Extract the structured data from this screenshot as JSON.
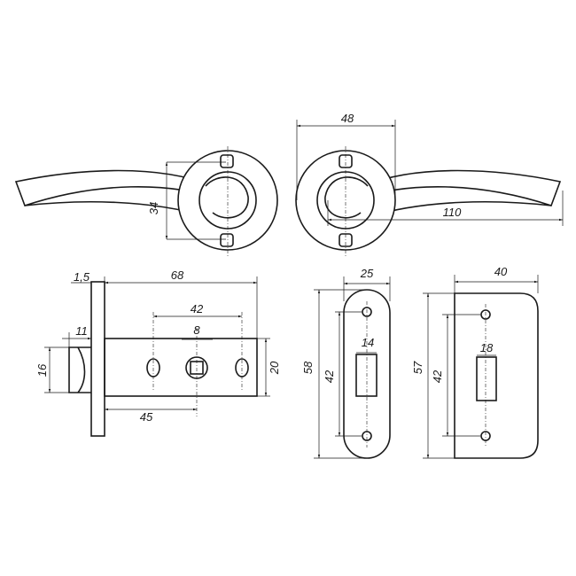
{
  "title": "Door handle and latch dimension drawing",
  "dimensions": {
    "handle_rosette_width": "48",
    "handle_lever_length": "110",
    "handle_height": "34",
    "faceplate_thickness": "1,5",
    "latch_length": "68",
    "latch_hole_spacing": "42",
    "spindle_square": "8",
    "bolt_projection": "11",
    "bolt_height": "16",
    "backset": "45",
    "latch_body_height": "20",
    "strike1_width": "25",
    "strike1_height": "58",
    "strike1_hole_spacing": "42",
    "strike1_slot_width": "14",
    "strike2_width": "40",
    "strike2_height": "57",
    "strike2_hole_spacing": "42",
    "strike2_slot_width": "18"
  }
}
